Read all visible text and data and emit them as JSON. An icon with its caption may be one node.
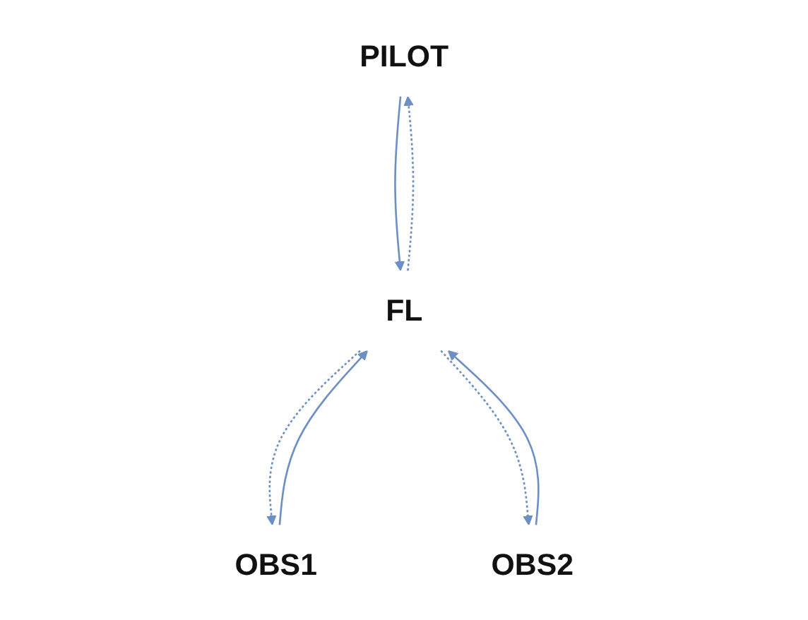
{
  "diagram": {
    "nodes": [
      {
        "text": [
          "PILOT"
        ]
      },
      {
        "text": [
          "OBS1"
        ]
      },
      {
        "text": [
          "OBS2"
        ]
      },
      {
        "text": [
          "FL"
        ]
      }
    ],
    "edges": [
      {
        "from": 0,
        "to": 3,
        "arrow": "to"
      },
      {
        "from": 3,
        "to": 0,
        "arrow": "to",
        "style": "dashed"
      },
      {
        "from": 1,
        "to": 3,
        "arrow": "to"
      },
      {
        "from": 3,
        "to": 1,
        "arrow": "to",
        "style": "dashed"
      },
      {
        "from": 2,
        "to": 3,
        "arrow": "to"
      },
      {
        "from": 3,
        "to": 2,
        "arrow": "to",
        "style": "dashed"
      }
    ]
  }
}
